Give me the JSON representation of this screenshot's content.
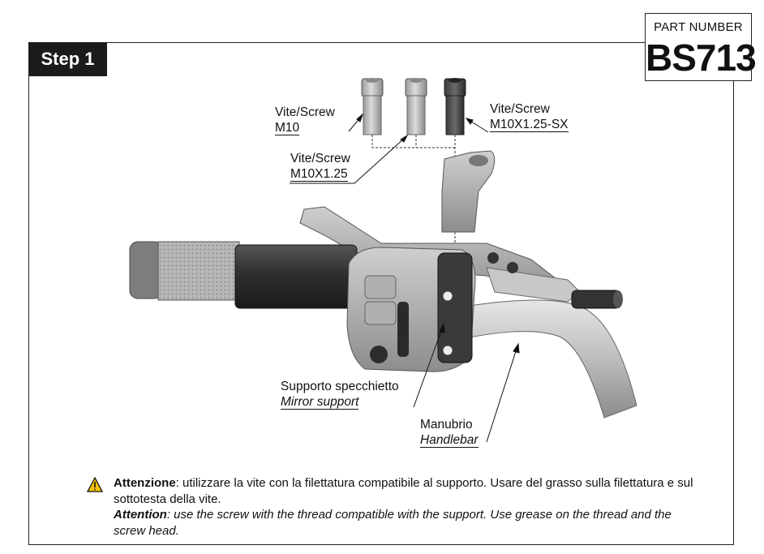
{
  "step": {
    "label": "Step 1"
  },
  "part": {
    "label": "PART NUMBER",
    "code": "BS713"
  },
  "callouts": {
    "screw_m10": {
      "line1": "Vite/Screw",
      "line2": "M10"
    },
    "screw_m10x125": {
      "line1": "Vite/Screw",
      "line2": "M10X1.25"
    },
    "screw_sx": {
      "line1": "Vite/Screw",
      "line2": "M10X1.25-SX"
    },
    "mirror_support": {
      "line1": "Supporto specchietto",
      "line2": "Mirror support"
    },
    "handlebar": {
      "line1": "Manubrio",
      "line2": "Handlebar"
    }
  },
  "note": {
    "it_label": "Attenzione",
    "it_text": ": utilizzare la vite con la filettatura compatibile al supporto. Usare del grasso sulla filettatura e sul sottotesta della vite.",
    "en_label": "Attention",
    "en_text": ": use the screw with the thread compatible with the support. Use grease on the thread and the screw head."
  },
  "icons": {
    "warning": "warning-triangle-icon"
  }
}
